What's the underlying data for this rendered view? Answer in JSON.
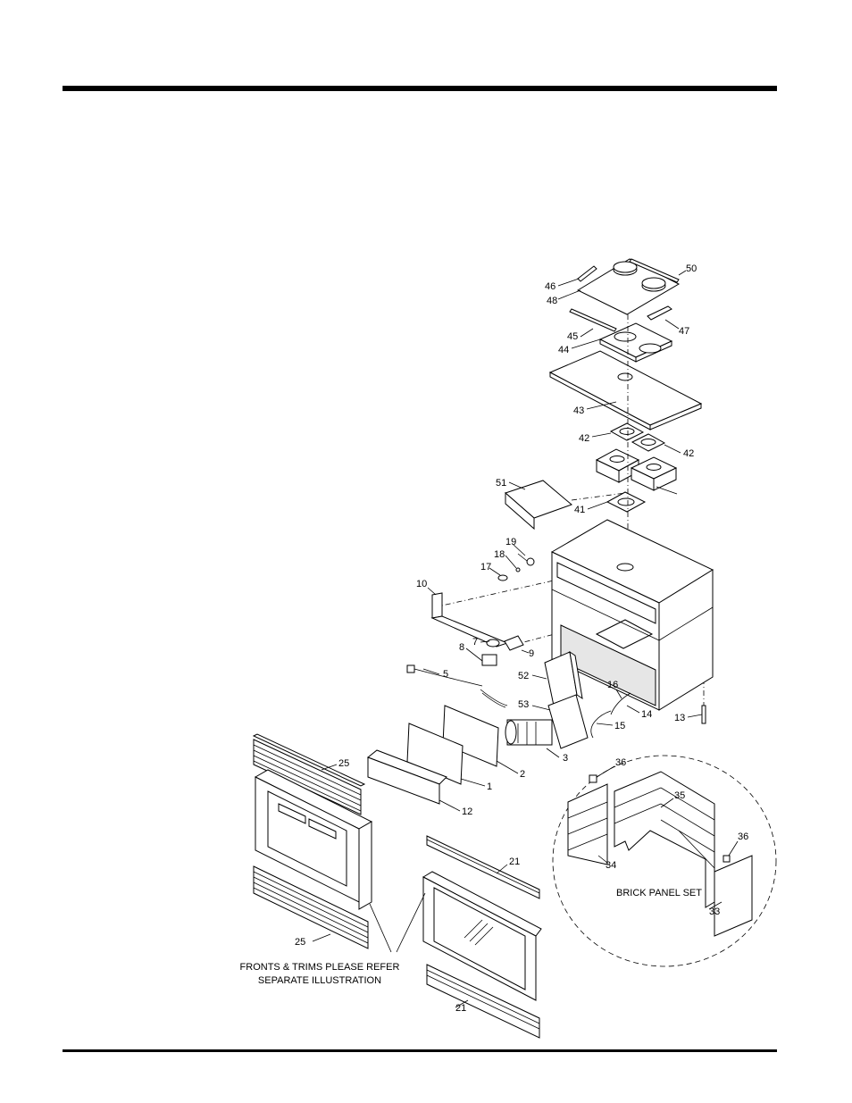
{
  "parts": [
    {
      "id": "part-50",
      "label": "50"
    },
    {
      "id": "part-46",
      "label": "46"
    },
    {
      "id": "part-48",
      "label": "48"
    },
    {
      "id": "part-45",
      "label": "45"
    },
    {
      "id": "part-47",
      "label": "47"
    },
    {
      "id": "part-44",
      "label": "44"
    },
    {
      "id": "part-43",
      "label": "43"
    },
    {
      "id": "part-42a",
      "label": "42"
    },
    {
      "id": "part-42b",
      "label": "42"
    },
    {
      "id": "part-51",
      "label": "51"
    },
    {
      "id": "part-41",
      "label": "41"
    },
    {
      "id": "part-19",
      "label": "19"
    },
    {
      "id": "part-18",
      "label": "18"
    },
    {
      "id": "part-17",
      "label": "17"
    },
    {
      "id": "part-10",
      "label": "10"
    },
    {
      "id": "part-7",
      "label": "7"
    },
    {
      "id": "part-9",
      "label": "9"
    },
    {
      "id": "part-8",
      "label": "8"
    },
    {
      "id": "part-5",
      "label": "5"
    },
    {
      "id": "part-52",
      "label": "52"
    },
    {
      "id": "part-16",
      "label": "16"
    },
    {
      "id": "part-14",
      "label": "14"
    },
    {
      "id": "part-13",
      "label": "13"
    },
    {
      "id": "part-53",
      "label": "53"
    },
    {
      "id": "part-15",
      "label": "15"
    },
    {
      "id": "part-3",
      "label": "3"
    },
    {
      "id": "part-2",
      "label": "2"
    },
    {
      "id": "part-1",
      "label": "1"
    },
    {
      "id": "part-12",
      "label": "12"
    },
    {
      "id": "part-25a",
      "label": "25"
    },
    {
      "id": "part-25b",
      "label": "25"
    },
    {
      "id": "part-21a",
      "label": "21"
    },
    {
      "id": "part-21b",
      "label": "21"
    },
    {
      "id": "part-36a",
      "label": "36"
    },
    {
      "id": "part-35",
      "label": "35"
    },
    {
      "id": "part-36b",
      "label": "36"
    },
    {
      "id": "part-34",
      "label": "34"
    },
    {
      "id": "part-33",
      "label": "33"
    }
  ],
  "captions": {
    "brick_panel_set": "BRICK PANEL SET",
    "fronts_line1": "FRONTS & TRIMS PLEASE REFER",
    "fronts_line2": "SEPARATE ILLUSTRATION"
  }
}
